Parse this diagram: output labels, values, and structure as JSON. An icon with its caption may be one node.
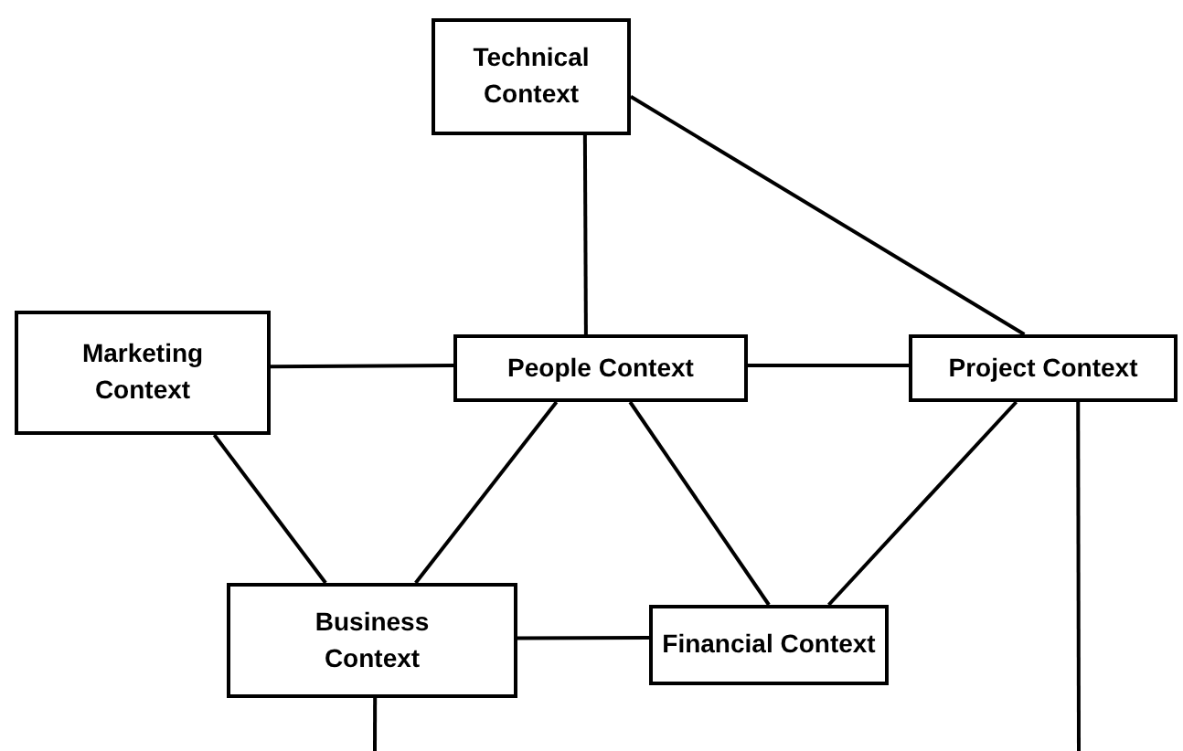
{
  "diagram": {
    "nodes": [
      {
        "text": [
          "Technical Context"
        ]
      },
      {
        "text": [
          "Marketing Context"
        ]
      },
      {
        "text": [
          "People Context"
        ]
      },
      {
        "text": [
          "Project Context"
        ]
      },
      {
        "text": [
          "Business Context"
        ]
      },
      {
        "text": [
          "Financial Context"
        ]
      }
    ],
    "edges": [
      {
        "from": 0,
        "to": 2,
        "arrow": "none"
      },
      {
        "from": 0,
        "to": 3,
        "arrow": "none"
      },
      {
        "from": 1,
        "to": 2,
        "arrow": "none"
      },
      {
        "from": 2,
        "to": 3,
        "arrow": "none"
      },
      {
        "from": 1,
        "to": 4,
        "arrow": "none"
      },
      {
        "from": 2,
        "to": 4,
        "arrow": "none"
      },
      {
        "from": 2,
        "to": 5,
        "arrow": "none"
      },
      {
        "from": 3,
        "to": 5,
        "arrow": "none"
      },
      {
        "from": 4,
        "to": 5,
        "arrow": "none"
      },
      {
        "from": 4,
        "to": null,
        "arrow": "none"
      },
      {
        "from": 3,
        "to": null,
        "arrow": "none"
      }
    ]
  }
}
